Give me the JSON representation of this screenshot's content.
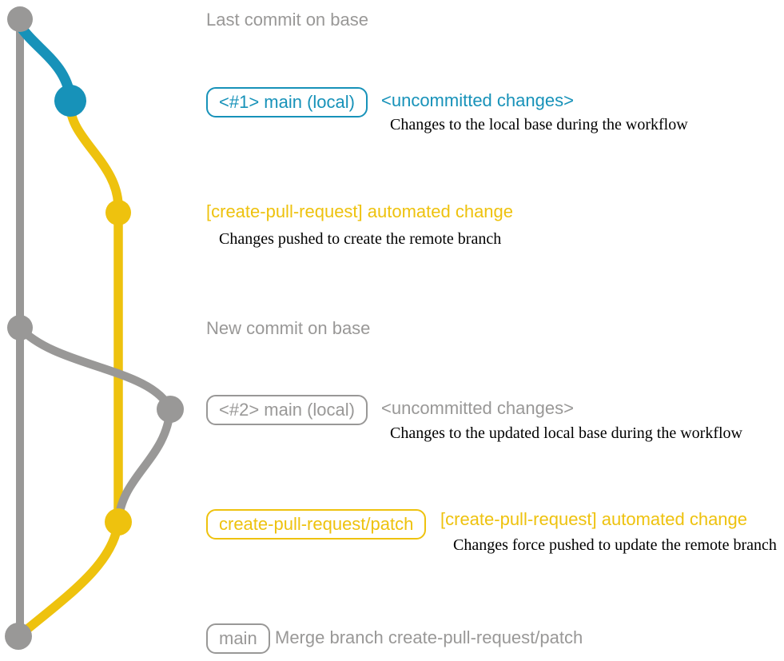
{
  "colors": {
    "gray": "#999897",
    "blue": "#1792b9",
    "yellow": "#eec20e",
    "ink": "#000000",
    "bg": "#ffffff"
  },
  "rows": {
    "last_commit": {
      "label": "Last commit on base"
    },
    "uncommitted_1": {
      "badge": "<#1> main (local)",
      "title": "<uncommitted changes>",
      "desc": "Changes to the local base during the workflow"
    },
    "automated_1": {
      "title": "[create-pull-request] automated change",
      "desc": "Changes pushed to create the remote branch"
    },
    "new_commit": {
      "label": "New commit on base"
    },
    "uncommitted_2": {
      "badge": "<#2> main (local)",
      "title": "<uncommitted changes>",
      "desc": "Changes to the updated local base during the workflow"
    },
    "automated_2": {
      "badge": "create-pull-request/patch",
      "title": "[create-pull-request] automated change",
      "desc": "Changes force pushed to update the remote branch"
    },
    "merge": {
      "badge": "main",
      "title": "Merge branch create-pull-request/patch"
    }
  }
}
